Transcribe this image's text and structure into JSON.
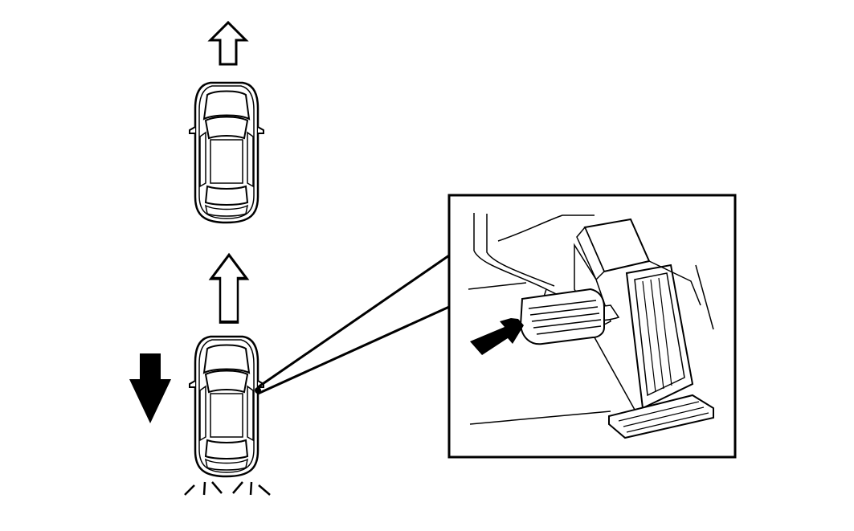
{
  "diagram": {
    "colors": {
      "stroke": "#000000",
      "fill": "#ffffff",
      "solid": "#000000"
    },
    "objects": {
      "top_car": "vehicle-top-view",
      "top_arrow": "hollow-up-arrow",
      "bottom_car": "vehicle-top-view",
      "bottom_arrow": "hollow-up-arrow",
      "decel_arrow": "solid-down-arrow",
      "brake_lights": "brake-light-rays",
      "inset": "brake-pedal-inset",
      "pedal_arrow": "solid-press-arrow"
    }
  }
}
